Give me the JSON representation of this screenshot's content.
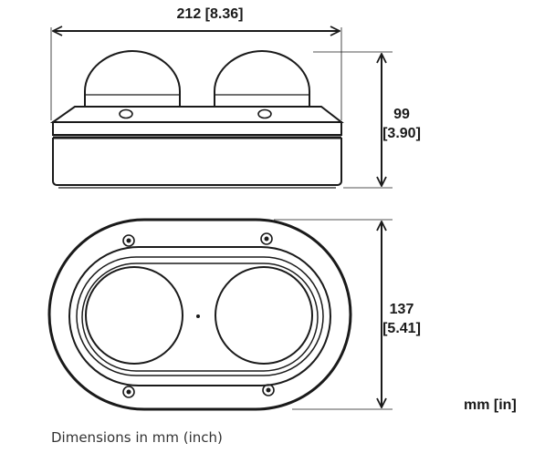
{
  "dimensions": {
    "width": "212 [8.36]",
    "height_mm": "99",
    "height_in": "[3.90]",
    "depth_mm": "137",
    "depth_in": "[5.41]"
  },
  "units_label": "mm [in]",
  "caption": "Dimensions in mm (inch)",
  "colors": {
    "line": "#1a1a1a",
    "background": "#ffffff"
  }
}
